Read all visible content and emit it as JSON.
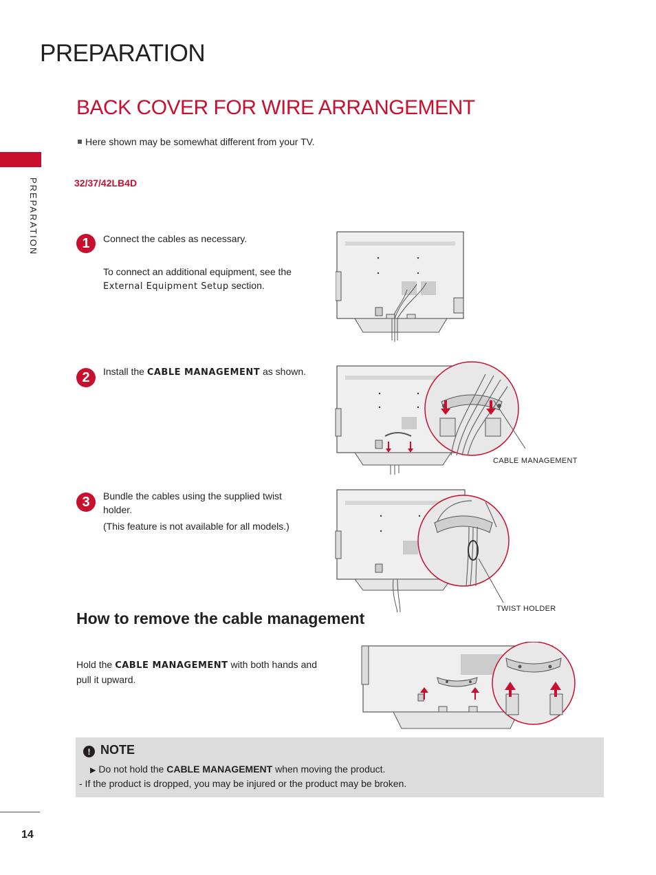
{
  "header": {
    "title": "PREPARATION"
  },
  "section": {
    "title": "BACK COVER FOR WIRE ARRANGEMENT"
  },
  "side_label": "PREPARATION",
  "note_intro": "Here shown may be somewhat different from your TV.",
  "model": "32/37/42LB4D",
  "steps": [
    {
      "num": "1",
      "line1": "Connect the cables as necessary.",
      "line2": "To connect an additional equipment, see the",
      "link": "External Equipment Setup",
      "line2_end": "section."
    },
    {
      "num": "2",
      "prefix": "Install the",
      "emph": "CABLE MANAGEMENT",
      "suffix": "as shown."
    },
    {
      "num": "3",
      "line1": "Bundle the cables using the supplied twist holder.",
      "line2": "(This feature is not available for all models.)"
    }
  ],
  "callouts": {
    "cable_management": "CABLE MANAGEMENT",
    "twist_holder": "TWIST HOLDER"
  },
  "remove": {
    "heading": "How to remove the cable management",
    "prefix": "Hold the",
    "emph": "CABLE MANAGEMENT",
    "suffix": "with both hands and pull it upward."
  },
  "note": {
    "icon": "!",
    "title": "NOTE",
    "line1_prefix": "Do not hold the",
    "line1_emph": "CABLE MANAGEMENT",
    "line1_suffix": "when moving the product.",
    "line2": "- If the product is dropped, you may be injured or the product may be broken."
  },
  "page_number": "14",
  "colors": {
    "accent": "#c8102e",
    "note_bg": "#dcdcdc"
  }
}
